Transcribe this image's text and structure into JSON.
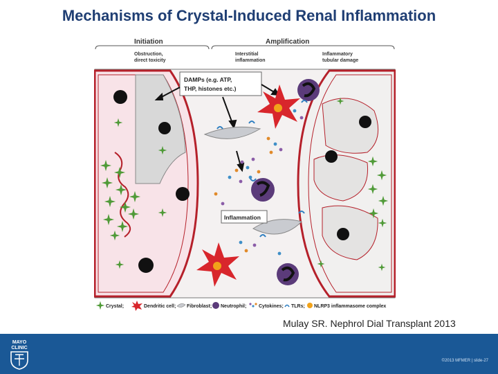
{
  "title": "Mechanisms of Crystal-Induced Renal Inflammation",
  "figure": {
    "phase_left": "Initiation",
    "phase_right": "Amplification",
    "sub_left_1": "Obstruction,",
    "sub_left_2": "direct toxicity",
    "sub_mid_1": "Interstitial",
    "sub_mid_2": "inflammation",
    "sub_right_1": "Inflammatory",
    "sub_right_2": "tubular damage",
    "damps_1": "DAMPs (e.g. ATP,",
    "damps_2": "THP, histones etc.)",
    "inflammation": "Inflammation",
    "legend": {
      "crystal": "Crystal;",
      "dendritic": "Dendritic cell;",
      "fibroblast": "Fibroblast;",
      "neutrophil": "Neutrophil;",
      "cytokines": "Cytokines;",
      "tlrs": "TLRs;",
      "nlrp3": "NLRP3 inflammasome complex"
    }
  },
  "citation": "Mulay SR.  Nephrol Dial Transplant 2013",
  "footer": {
    "logo_line1": "MAYO",
    "logo_line2": "CLINIC",
    "slide_note": "©2013 MFMER | slide-27"
  },
  "colors": {
    "title": "#1f3e73",
    "footer_bg": "#1a5896",
    "tubule_red": "#b5202a",
    "crystal_green": "#4f9a37",
    "cell_purple": "#5b3b7a"
  }
}
